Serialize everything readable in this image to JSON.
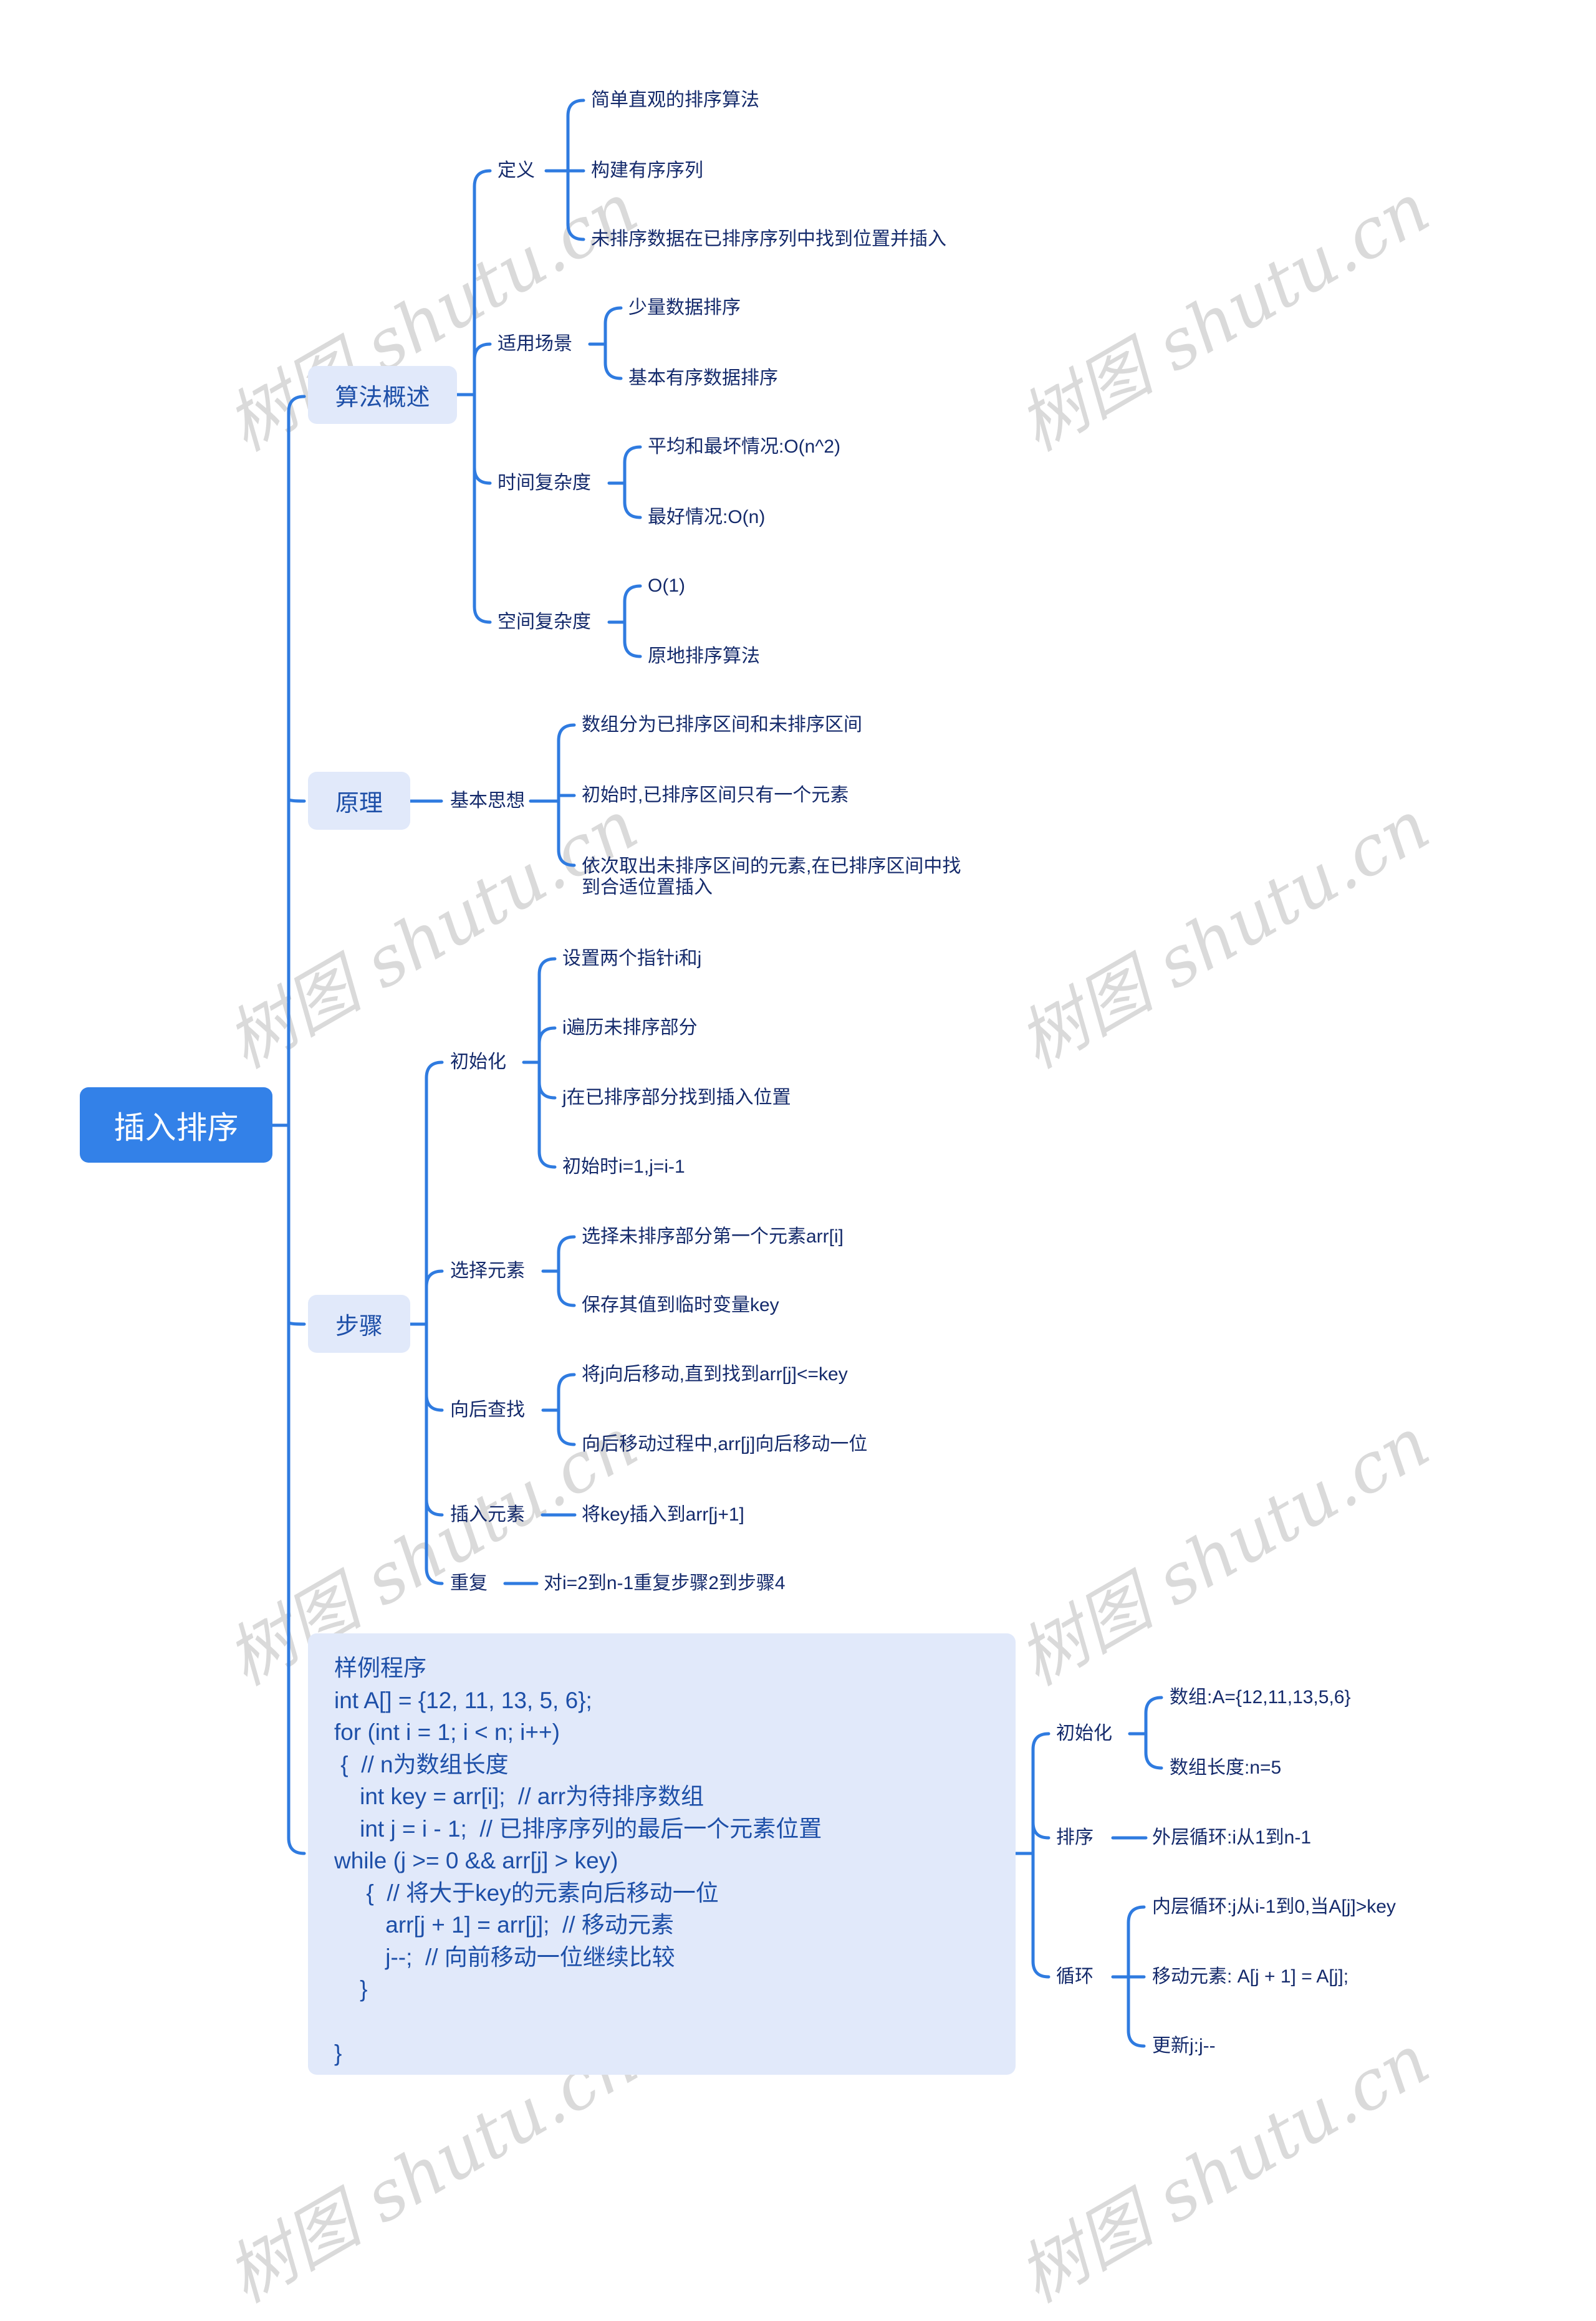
{
  "root": {
    "label": "插入排序"
  },
  "colors": {
    "accent": "#3381e8",
    "line": "#2f7be0",
    "topic_bg": "#e1e9fa",
    "topic_text": "#1d4fa8",
    "leaf_text": "#142a6b"
  },
  "watermark": "树图 shutu.cn",
  "overview": {
    "label": "算法概述",
    "definition": {
      "label": "定义",
      "items": [
        "简单直观的排序算法",
        "构建有序序列",
        "未排序数据在已排序序列中找到位置并插入"
      ]
    },
    "scenarios": {
      "label": "适用场景",
      "items": [
        "少量数据排序",
        "基本有序数据排序"
      ]
    },
    "time": {
      "label": "时间复杂度",
      "items": [
        "平均和最坏情况:O(n^2)",
        "最好情况:O(n)"
      ]
    },
    "space": {
      "label": "空间复杂度",
      "items": [
        "O(1)",
        "原地排序算法"
      ]
    }
  },
  "principle": {
    "label": "原理",
    "idea": {
      "label": "基本思想",
      "items": [
        "数组分为已排序区间和未排序区间",
        "初始时,已排序区间只有一个元素",
        "依次取出未排序区间的元素,在已排序区间中找到合适位置插入"
      ]
    }
  },
  "steps": {
    "label": "步骤",
    "init": {
      "label": "初始化",
      "items": [
        "设置两个指针i和j",
        "i遍历未排序部分",
        "j在已排序部分找到插入位置",
        "初始时i=1,j=i-1"
      ]
    },
    "select": {
      "label": "选择元素",
      "items": [
        "选择未排序部分第一个元素arr[i]",
        "保存其值到临时变量key"
      ]
    },
    "search": {
      "label": "向后查找",
      "items": [
        "将j向后移动,直到找到arr[j]<=key",
        "向后移动过程中,arr[j]向后移动一位"
      ]
    },
    "insert": {
      "label": "插入元素",
      "items": [
        "将key插入到arr[j+1]"
      ]
    },
    "repeat": {
      "label": "重复",
      "items": [
        "对i=2到n-1重复步骤2到步骤4"
      ]
    }
  },
  "example": {
    "lines": [
      "样例程序",
      "int A[] = {12, 11, 13, 5, 6};",
      "for (int i = 1; i < n; i++)",
      " {  // n为数组长度",
      "    int key = arr[i];  // arr为待排序数组",
      "    int j = i - 1;  // 已排序序列的最后一个元素位置",
      "while (j >= 0 && arr[j] > key)",
      "     {  // 将大于key的元素向后移动一位",
      "        arr[j + 1] = arr[j];  // 移动元素",
      "        j--;  // 向前移动一位继续比较",
      "    }",
      "",
      "}"
    ],
    "init": {
      "label": "初始化",
      "items": [
        "数组:A={12,11,13,5,6}",
        "数组长度:n=5"
      ]
    },
    "sort": {
      "label": "排序",
      "items": [
        "外层循环:i从1到n-1"
      ]
    },
    "loop": {
      "label": "循环",
      "items": [
        "内层循环:j从i-1到0,当A[j]>key",
        "移动元素: A[j + 1] = A[j];",
        "更新j:j--"
      ]
    }
  }
}
